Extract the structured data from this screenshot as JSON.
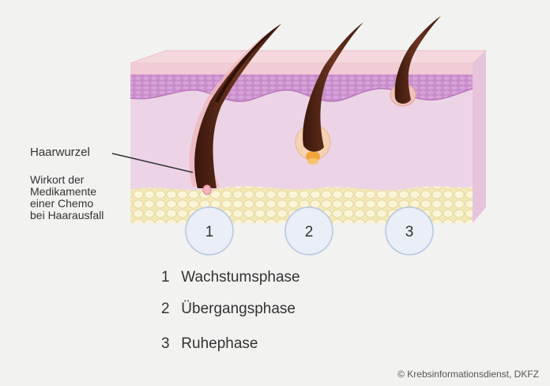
{
  "labels": {
    "root": "Haarwurzel",
    "site_lines": [
      "Wirkort der",
      "Medikamente",
      "einer Chemo",
      "bei Haarausfall"
    ]
  },
  "phases": [
    {
      "number": "1",
      "name": "Wachstumsphase"
    },
    {
      "number": "2",
      "name": "Übergangsphase"
    },
    {
      "number": "3",
      "name": "Ruhephase"
    }
  ],
  "copyright": "© Krebsinformationsdienst, DKFZ",
  "colors": {
    "background": "#f2f2f1",
    "epidermis_top": "#f2cfd6",
    "epidermis_band": "#c789c8",
    "dermis": "#ecd3e6",
    "fat": "#f6efc5",
    "hair": "#4a2214",
    "follicle": "#e8a0a8",
    "circle_fill": "#e9eef7",
    "circle_stroke": "#b7c6df"
  }
}
